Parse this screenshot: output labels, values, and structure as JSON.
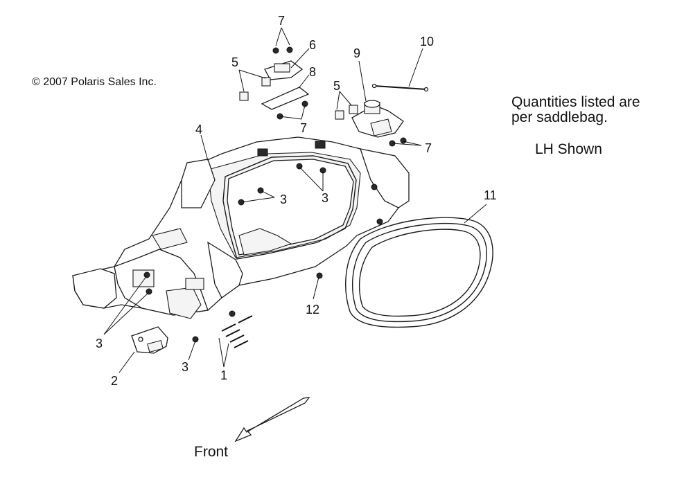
{
  "copyright": "© 2007 Polaris Sales Inc.",
  "note": "Quantities listed are\nper saddlebag.",
  "side": "LH Shown",
  "direction": "Front",
  "callouts": [
    "1",
    "2",
    "3",
    "3",
    "3",
    "3",
    "4",
    "5",
    "5",
    "6",
    "7",
    "7",
    "7",
    "8",
    "9",
    "10",
    "11",
    "12"
  ]
}
